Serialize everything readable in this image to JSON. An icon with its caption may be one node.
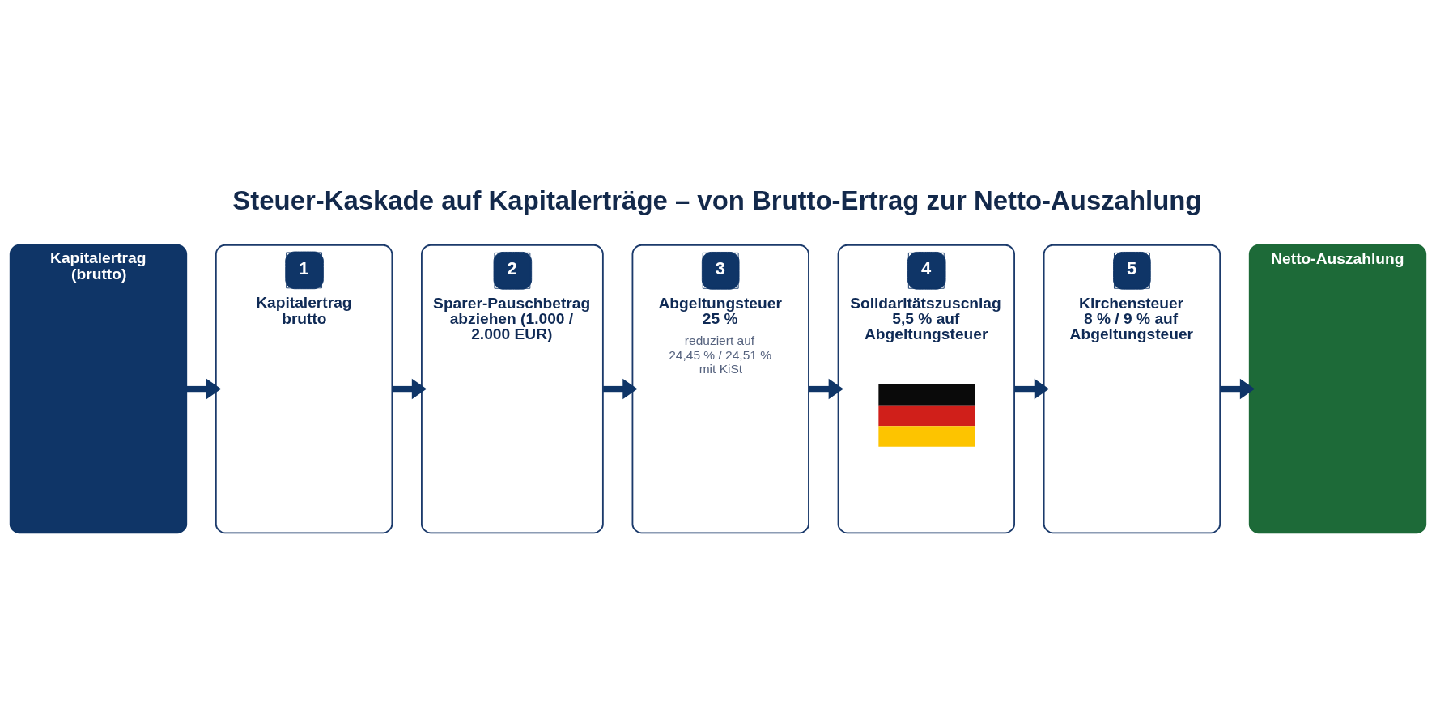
{
  "diagram": {
    "title": "Steuer-Kaskade auf Kapitalerträge – von Brutto-Ertrag zur Netto-Auszahlung",
    "nodes": [
      {
        "text": [
          "Kapitalertrag (brutto)"
        ]
      },
      {
        "text": [
          "1",
          "Kapitalertrag brutto"
        ]
      },
      {
        "text": [
          "2",
          "Sparer-Pauschbetrag abziehen (1.000 / 2.000 EUR)"
        ]
      },
      {
        "text": [
          "3",
          "Abgeltungsteuer 25 %",
          "reduziert auf 24,45 % / 24,51 % mit KiSt"
        ]
      },
      {
        "text": [
          "4",
          "Solidaritätszuscnlag 5,5 % auf Abgeltungsteuer"
        ]
      },
      {
        "text": [
          "5",
          "Kirchensteuer 8 % / 9 % auf Abgeltungsteuer"
        ]
      },
      {
        "text": [
          "Netto-Auszahlung"
        ]
      }
    ],
    "edges": [
      {
        "from": 0,
        "to": 1,
        "arrow": "to"
      },
      {
        "from": 1,
        "to": 2,
        "arrow": "to"
      },
      {
        "from": 2,
        "to": 3,
        "arrow": "to"
      },
      {
        "from": 3,
        "to": 4,
        "arrow": "to"
      },
      {
        "from": 4,
        "to": 5,
        "arrow": "to"
      },
      {
        "from": 5,
        "to": 6,
        "arrow": "to"
      }
    ]
  }
}
